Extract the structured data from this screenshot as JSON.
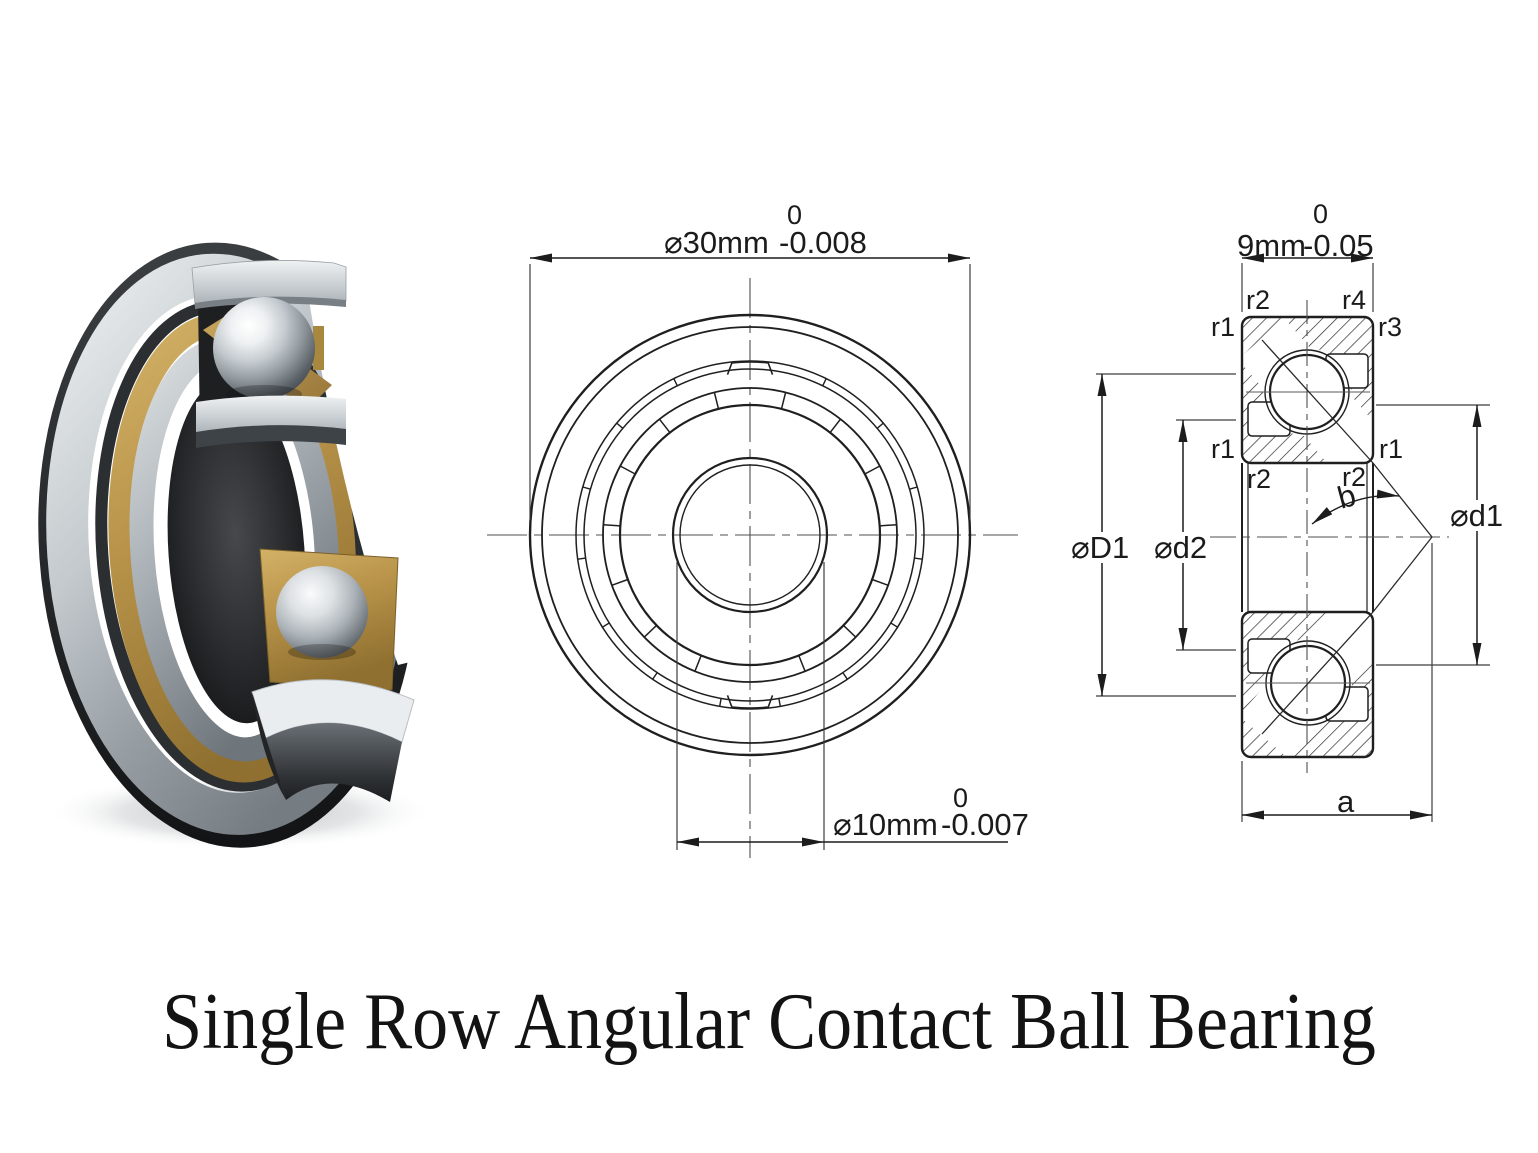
{
  "title": "Single Row Angular Contact Ball Bearing",
  "front_view": {
    "description": "Front view technical drawing of bearing",
    "outer_diameter": {
      "value": "⌀30mm",
      "tol_upper": "0",
      "tol_lower": "-0.008"
    },
    "bore_diameter": {
      "value": "⌀10mm",
      "tol_upper": "0",
      "tol_lower": "-0.007"
    }
  },
  "cross_section": {
    "description": "Cross-section technical drawing of bearing",
    "width": {
      "value": "9mm",
      "tol_upper": "0",
      "tol_lower": "-0.05"
    },
    "labels": {
      "r1": "r1",
      "r2": "r2",
      "r3": "r3",
      "r4": "r4",
      "contact_angle": "b",
      "outer_shoulder_dia": "⌀D1",
      "inner_shoulder_dia": "⌀d2",
      "inner_ring_dia": "⌀d1",
      "effective_center": "a"
    }
  },
  "colors": {
    "line": "#1f1f1f",
    "brass": "#b89349",
    "steel": "#c3c9cd"
  }
}
